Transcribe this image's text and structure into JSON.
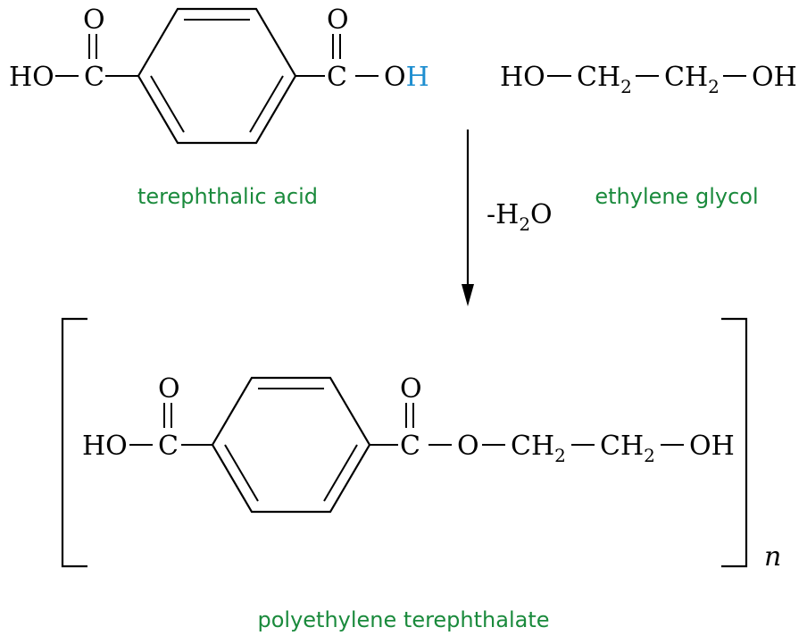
{
  "colors": {
    "ink": "#000000",
    "highlight": "#1f8fd0",
    "label": "#1a8a3c"
  },
  "reactants": {
    "acid": {
      "left_group": "HO",
      "carbon_left": "C",
      "carbon_right": "C",
      "oxygen_left": "O",
      "oxygen_right": "O",
      "right_o": "O",
      "right_h": "H",
      "label": "terephthalic acid"
    },
    "glycol": {
      "ho": "HO",
      "ch2_a": "CH",
      "ch2_a_sub": "2",
      "ch2_b": "CH",
      "ch2_b_sub": "2",
      "oh": "OH",
      "label": "ethylene glycol"
    }
  },
  "reaction": {
    "byproduct_prefix": "-H",
    "byproduct_sub": "2",
    "byproduct_suffix": "O"
  },
  "product": {
    "left_group": "HO",
    "carbon_left": "C",
    "carbon_right": "C",
    "oxygen_left": "O",
    "oxygen_right": "O",
    "ester_o": "O",
    "ch2_a": "CH",
    "ch2_a_sub": "2",
    "ch2_b": "CH",
    "ch2_b_sub": "2",
    "oh": "OH",
    "repeat": "n",
    "label": "polyethylene terephthalate"
  }
}
